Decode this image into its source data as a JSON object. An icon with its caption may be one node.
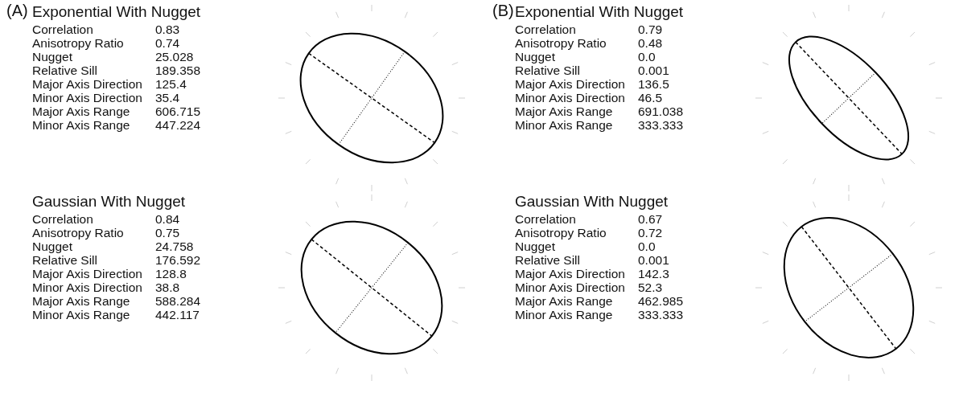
{
  "diagram": {
    "labels": [
      "(A)",
      "Exponential With Nugget",
      "Correlation",
      "0.83",
      "Anisotropy Ratio",
      "0.74",
      "Nugget",
      "25.028",
      "Relative Sill",
      "189.358",
      "Major Axis Direction",
      "125.4",
      "Minor Axis Direction",
      "35.4",
      "Major Axis Range",
      "606.715",
      "Minor Axis Range",
      "447.224",
      "Gaussian With Nugget",
      "Correlation",
      "0.84",
      "Anisotropy Ratio",
      "0.75",
      "Nugget",
      "24.758",
      "Relative Sill",
      "176.592",
      "Major Axis Direction",
      "128.8",
      "Minor Axis Direction",
      "38.8",
      "Major Axis Range",
      "588.284",
      "Minor Axis Range",
      "442.117",
      "(B)",
      "Exponential With Nugget",
      "Correlation",
      "0.79",
      "Anisotropy Ratio",
      "0.48",
      "Nugget",
      "0.0",
      "Relative Sill",
      "0.001",
      "Major Axis Direction",
      "136.5",
      "Minor Axis Direction",
      "46.5",
      "Major Axis Range",
      "691.038",
      "Minor Axis Range",
      "333.333",
      "Gaussian With Nugget",
      "Correlation",
      "0.67",
      "Anisotropy Ratio",
      "0.72",
      "Nugget",
      "0.0",
      "Relative Sill",
      "0.001",
      "Major Axis Direction",
      "142.3",
      "Minor Axis Direction",
      "52.3",
      "Major Axis Range",
      "462.985",
      "Minor Axis Range",
      "333.333"
    ]
  }
}
